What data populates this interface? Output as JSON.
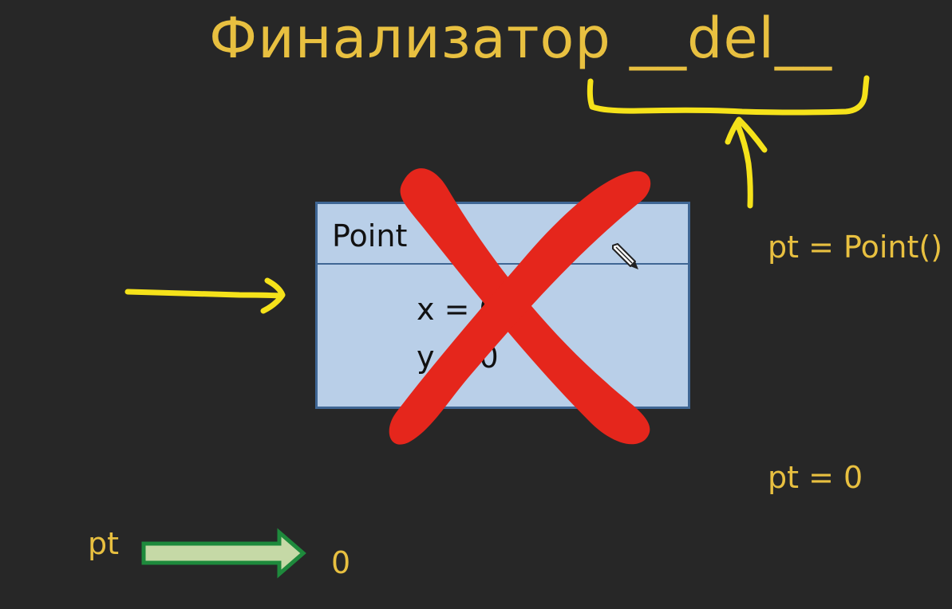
{
  "title": "Финализатор __del__",
  "class_box": {
    "name": "Point",
    "attributes": [
      "x = 0",
      "y = 0"
    ]
  },
  "code": {
    "assign": "pt = Point()",
    "reassign": "pt = 0"
  },
  "reference": {
    "variable": "pt",
    "value": "0"
  },
  "colors": {
    "background": "#272727",
    "text_accent": "#e8c040",
    "annotation_yellow": "#f5e21a",
    "cross_red": "#e5261c",
    "class_fill": "#b9cfe8",
    "class_border": "#3f6694",
    "arrow_fill": "#c5d9a6",
    "arrow_border": "#1e8a3c"
  },
  "icons": {
    "cursor": "pencil-cursor-icon",
    "cross": "red-cross-mark"
  }
}
